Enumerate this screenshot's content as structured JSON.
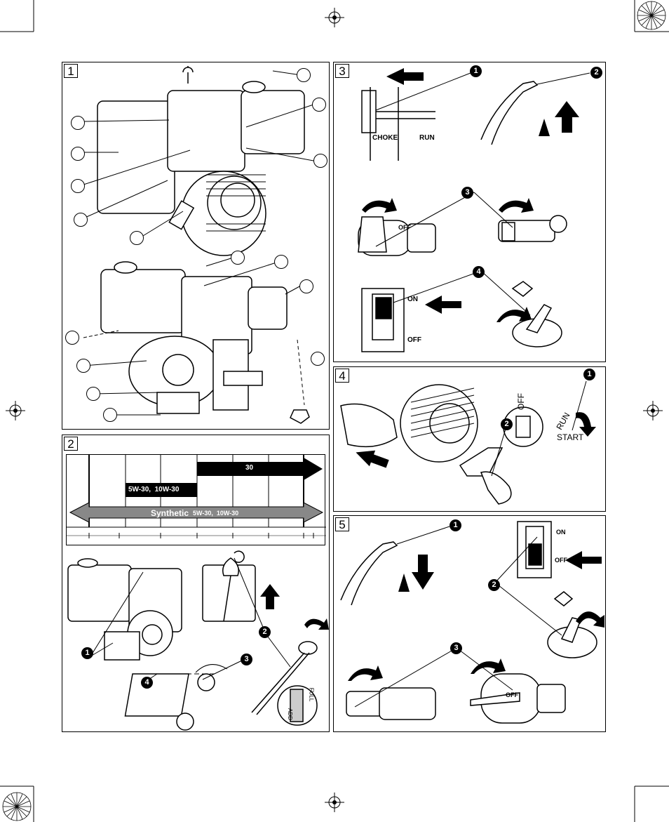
{
  "panels": [
    {
      "num": "1"
    },
    {
      "num": "2"
    },
    {
      "num": "3"
    },
    {
      "num": "4"
    },
    {
      "num": "5"
    }
  ],
  "panel2": {
    "oil_30": "30",
    "oil_5w": "5W-30,  10W-30",
    "synthetic_word": "Synthetic",
    "synthetic_grades": "5W-30,  10W-30",
    "dipstick_full": "FULL",
    "dipstick_add": "ADD",
    "badges": [
      "1",
      "2",
      "3",
      "4"
    ]
  },
  "panel3": {
    "choke": "CHOKE",
    "run": "RUN",
    "off_valve": "OFF",
    "switch_on": "ON",
    "switch_off": "OFF",
    "badges": [
      "1",
      "2",
      "3",
      "4"
    ]
  },
  "panel4": {
    "off": "OFF",
    "run": "RUN",
    "start": "START",
    "badges": [
      "1",
      "2"
    ]
  },
  "panel5": {
    "switch_on": "ON",
    "switch_off": "OFF",
    "valve_off": "OFF",
    "badges": [
      "1",
      "2",
      "3"
    ]
  }
}
